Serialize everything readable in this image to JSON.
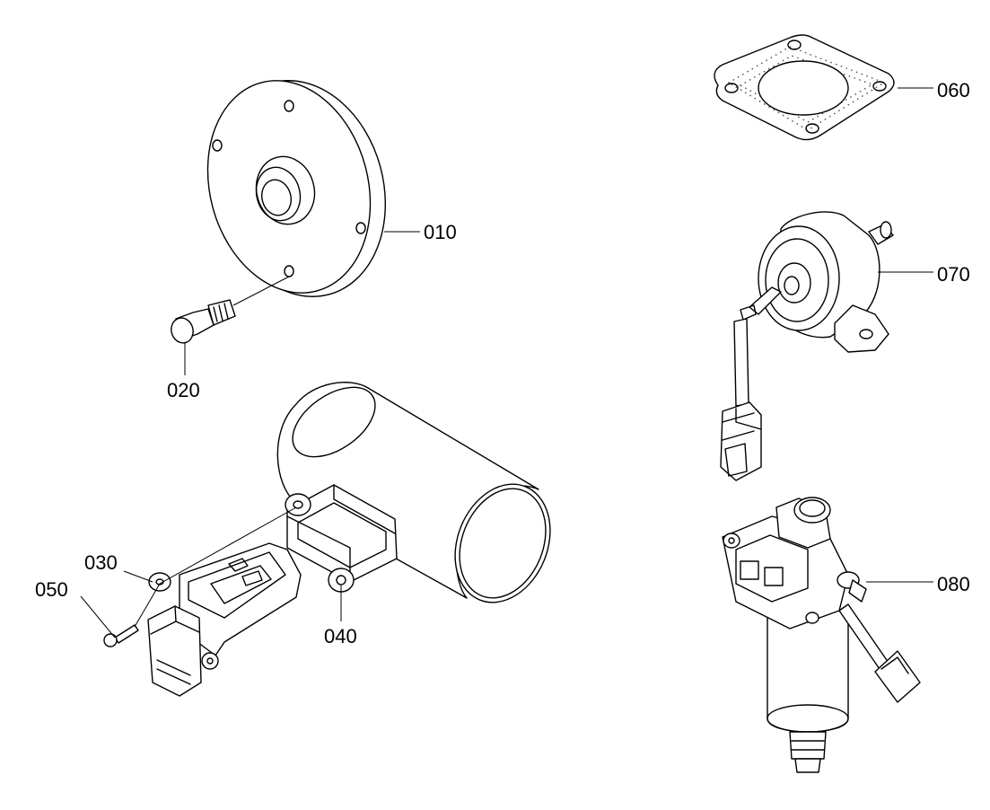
{
  "callouts": [
    {
      "id": "c010",
      "text": "010"
    },
    {
      "id": "c020",
      "text": "020"
    },
    {
      "id": "c030",
      "text": "030"
    },
    {
      "id": "c040",
      "text": "040"
    },
    {
      "id": "c050",
      "text": "050"
    },
    {
      "id": "c060",
      "text": "060"
    },
    {
      "id": "c070",
      "text": "070"
    },
    {
      "id": "c080",
      "text": "080"
    }
  ]
}
